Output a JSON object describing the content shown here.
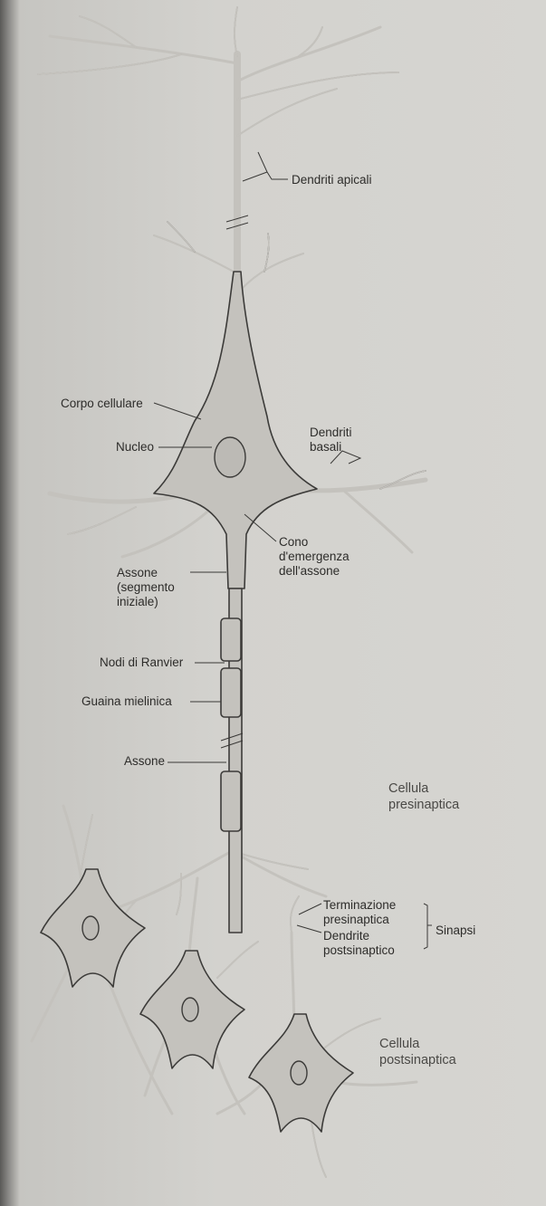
{
  "labels": {
    "dendriti_apicali": "Dendriti apicali",
    "corpo_cellulare": "Corpo cellulare",
    "nucleo": "Nucleo",
    "dendriti_basali": [
      "Dendriti",
      "basali"
    ],
    "cono_emergenza": [
      "Cono",
      "d'emergenza",
      "dell'assone"
    ],
    "assone_segmento_iniziale": [
      "Assone",
      "(segmento",
      "iniziale)"
    ],
    "nodi_di_ranvier": "Nodi di Ranvier",
    "guaina_mielinica": "Guaina mielinica",
    "assone": "Assone",
    "cellula_presinaptica": [
      "Cellula",
      "presinaptica"
    ],
    "terminazione_presinaptica": [
      "Terminazione",
      "presinaptica"
    ],
    "dendrite_postsinaptico": [
      "Dendrite",
      "postsinaptico"
    ],
    "sinapsi": "Sinapsi",
    "cellula_postsinaptica": [
      "Cellula",
      "postsinaptica"
    ]
  },
  "colors": {
    "cell_fill": "#c4c2bd",
    "outline": "#3c3b39",
    "paper": "#d4d3cf",
    "text": "#2d2c2a"
  }
}
